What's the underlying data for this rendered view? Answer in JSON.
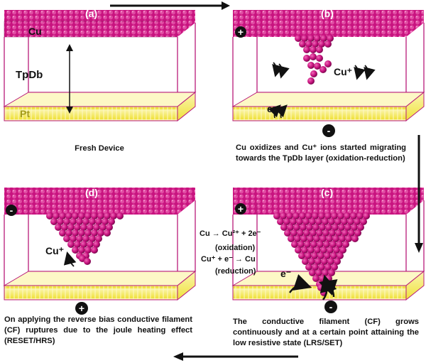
{
  "panels": {
    "a": {
      "tag": "(a)",
      "top_label": "Cu",
      "mid_label": "TpDb",
      "bottom_label": "Pt",
      "caption": "Fresh Device"
    },
    "b": {
      "tag": "(b)",
      "top_sign": "+",
      "bottom_sign": "-",
      "ion_label": "Cu⁺",
      "electron_label": "e⁻",
      "caption": "Cu oxidizes and Cu⁺ ions started migrating towards the TpDb layer (oxidation-reduction)"
    },
    "c": {
      "tag": "(c)",
      "top_sign": "+",
      "bottom_sign": "-",
      "electron_label": "e⁻",
      "reaction1": "Cu → Cu²⁺ + 2e⁻",
      "reaction1_note": "(oxidation)",
      "reaction2": "Cu⁺ + e⁻ → Cu",
      "reaction2_note": "(reduction)",
      "caption": "The conductive filament (CF) grows continuously and at a certain point attaining the low resistive state (LRS/SET)"
    },
    "d": {
      "tag": "(d)",
      "top_sign": "-",
      "bottom_sign": "+",
      "ion_label": "Cu⁺",
      "caption": "On applying the reverse bias conductive filament (CF) ruptures due to the joule heating effect (RESET/HRS)"
    }
  },
  "colors": {
    "copper": "#c8137f",
    "copper_dark": "#8e0a5a",
    "platinum": "#f3ea52",
    "platinum_light": "#fbf6b0",
    "frame": "#b8197a",
    "arrow": "#111111"
  }
}
